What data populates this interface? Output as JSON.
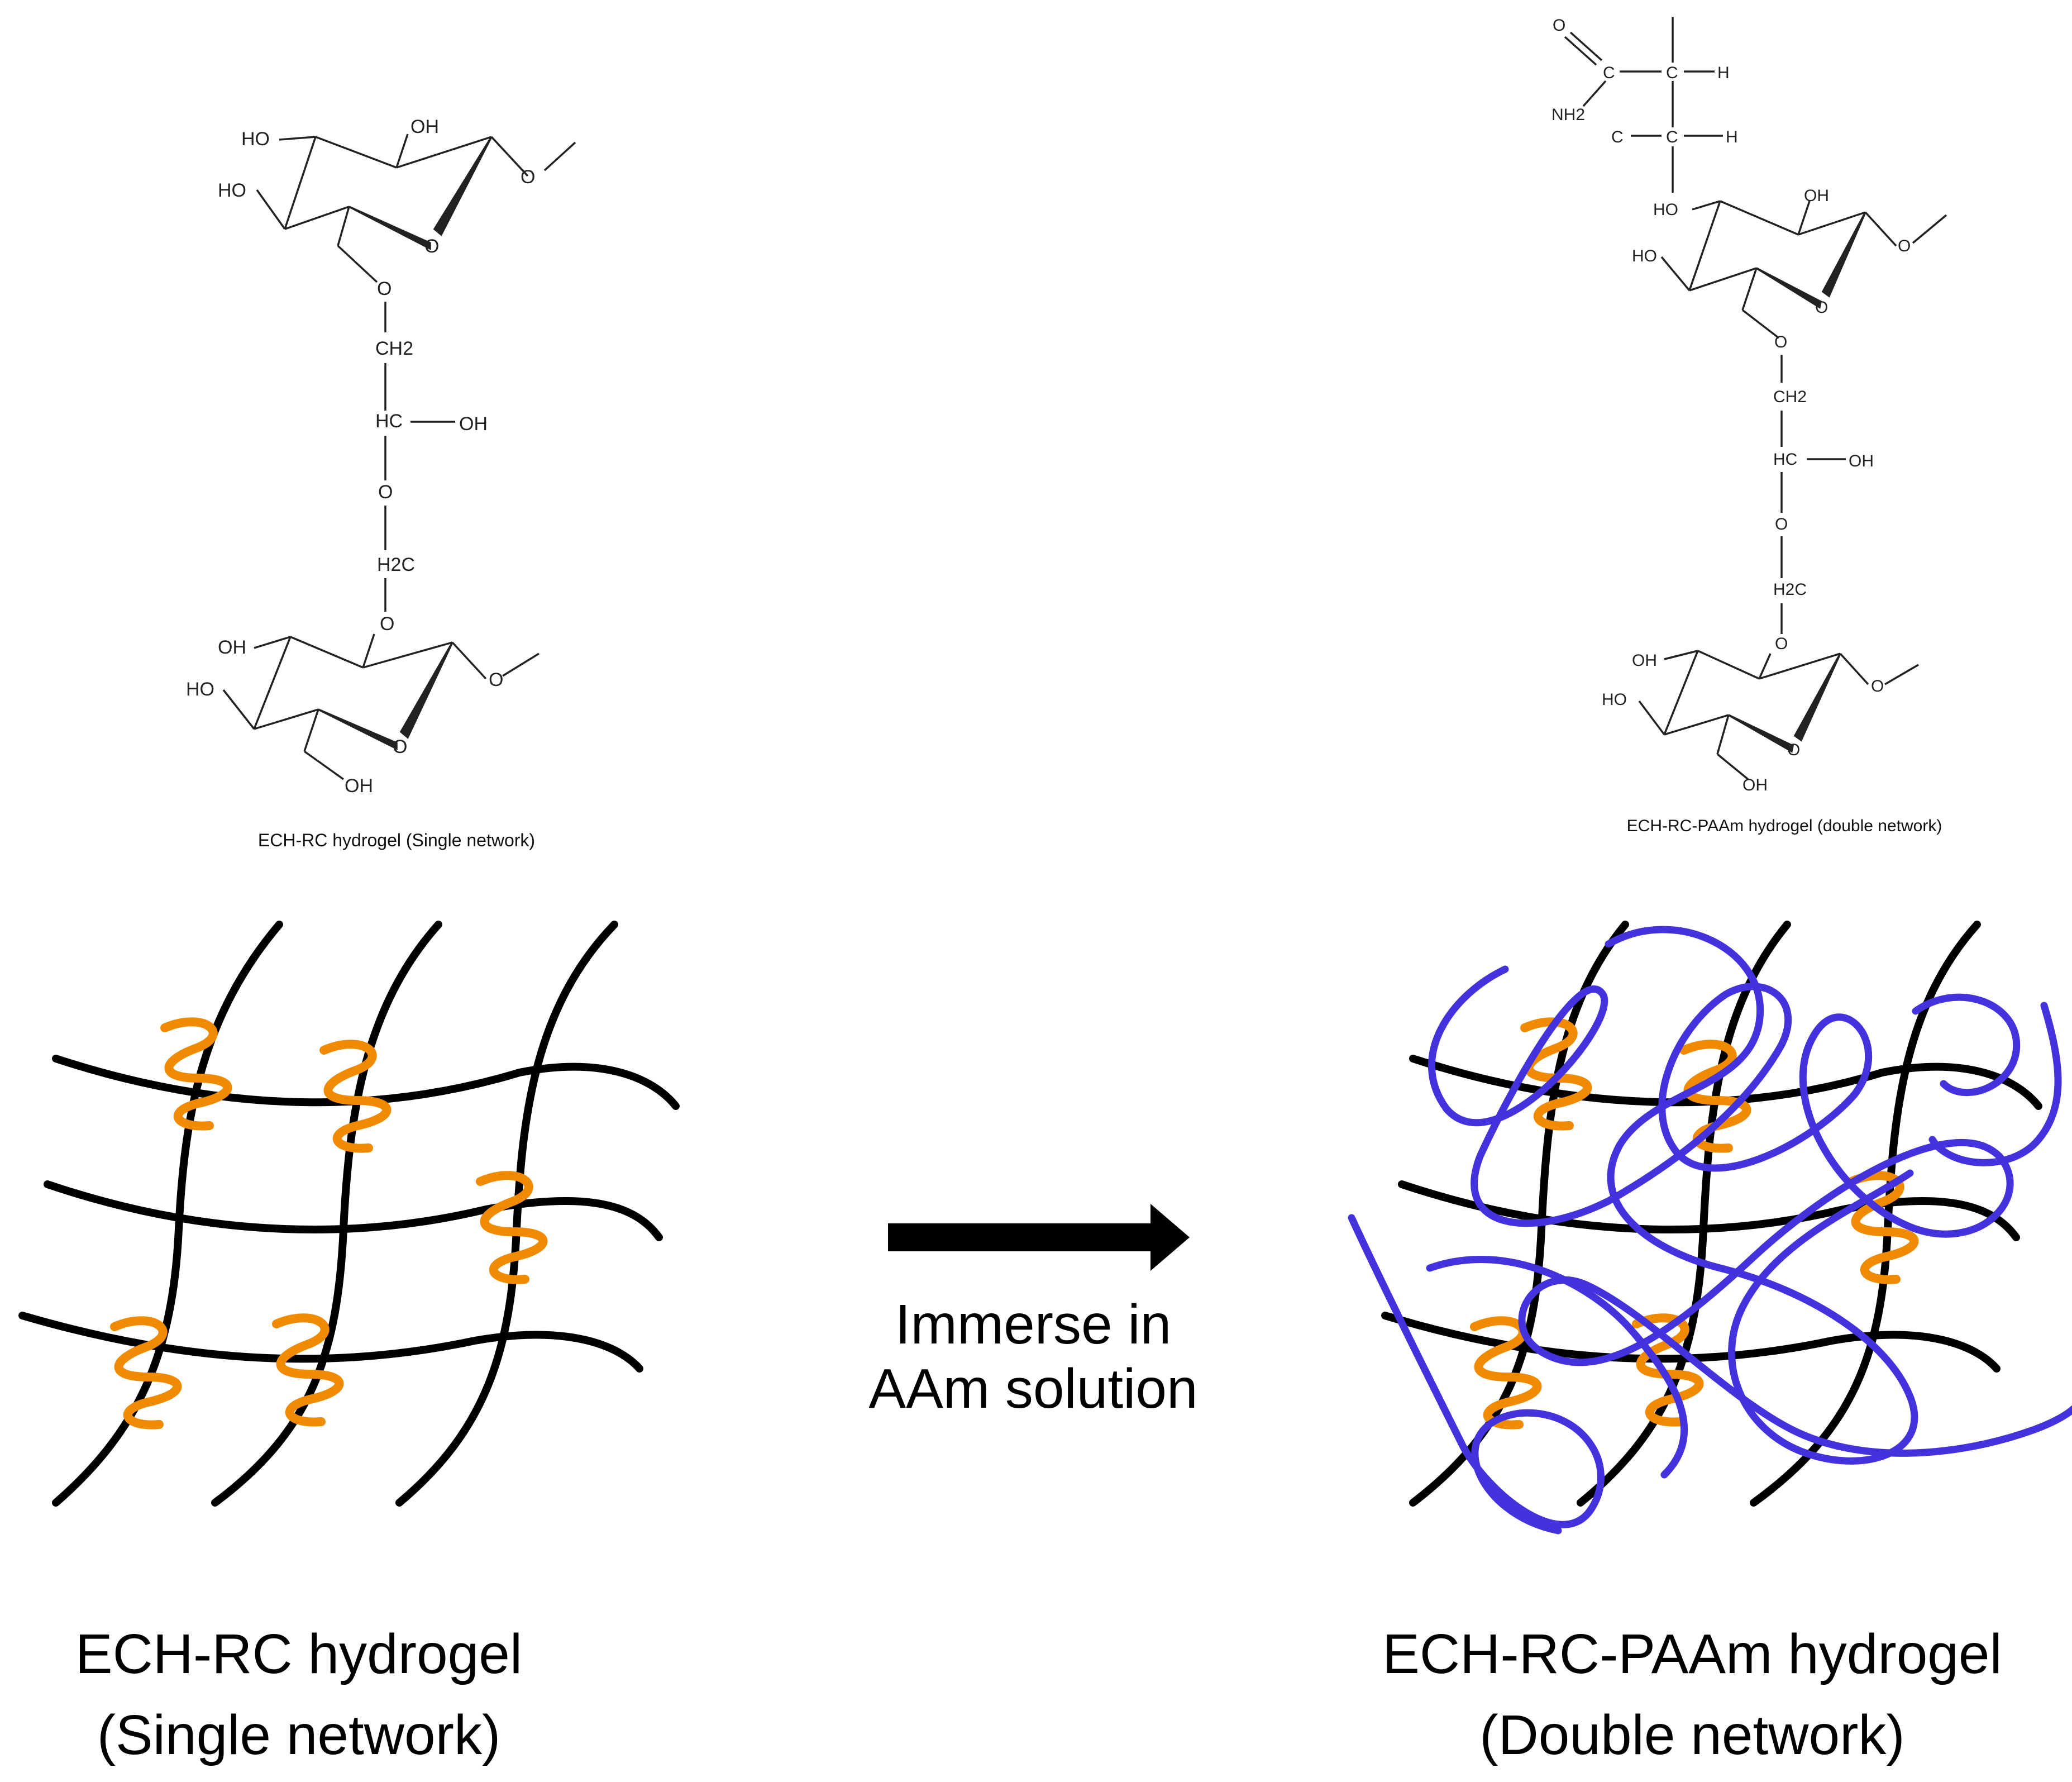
{
  "colors": {
    "ink": "#000000",
    "crosslink": "#f08a00",
    "paam": "#4433dd",
    "chem": "#222222"
  },
  "left_structure": {
    "caption": "ECH-RC hydrogel (Single network)",
    "atoms": {
      "ho_top1": "HO",
      "oh_top": "OH",
      "ho_top2": "HO",
      "o_ring_top": "O",
      "o_link_top": "O",
      "o_ether1": "O",
      "ch2": "CH2",
      "hc": "HC",
      "oh_mid": "OH",
      "o_ether2": "O",
      "h2c": "H2C",
      "o_ether3": "O",
      "oh_bot": "OH",
      "ho_bot": "HO",
      "o_ring_bot": "O",
      "o_link_bot": "O",
      "oh_bot_ch2": "OH"
    }
  },
  "right_structure": {
    "caption": "ECH-RC-PAAm hydrogel (double network)",
    "atoms": {
      "o_carbonyl": "O",
      "c_carbonyl": "C",
      "c_alpha": "C",
      "h1": "H",
      "nh2": "NH2",
      "c_chain": "C",
      "c_beta": "C",
      "h2": "H",
      "ho_top1": "HO",
      "oh_top": "OH",
      "ho_top2": "HO",
      "o_ring_top": "O",
      "o_link_top": "O",
      "o_ether1": "O",
      "ch2": "CH2",
      "hc": "HC",
      "oh_mid": "OH",
      "o_ether2": "O",
      "h2c": "H2C",
      "o_ether3": "O",
      "oh_bot": "OH",
      "ho_bot": "HO",
      "o_ring_bot": "O",
      "o_link_bot": "O",
      "oh_bot_ch2": "OH"
    }
  },
  "arrow": {
    "line1": "Immerse in",
    "line2": "AAm solution"
  },
  "left_network": {
    "label_line1": "ECH-RC hydrogel",
    "label_line2": "(Single network)"
  },
  "right_network": {
    "label_line1": "ECH-RC-PAAm hydrogel",
    "label_line2": "(Double network)"
  }
}
